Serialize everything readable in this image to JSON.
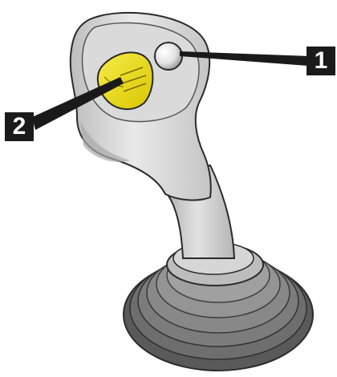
{
  "callouts": [
    {
      "number": "1",
      "part": "push-button"
    },
    {
      "number": "2",
      "part": "thumb-roller"
    }
  ],
  "colors": {
    "handle_light": "#e7e7e7",
    "handle_mid": "#cfcfcf",
    "handle_shadow": "#9e9e9e",
    "outline": "#2a2a2a",
    "thumb_roller": "#f2e21a",
    "thumb_roller_shadow": "#c9b400",
    "boot_dark": "#4a4a4a",
    "boot_light": "#8a8a8a",
    "badge_bg": "#1a1a1a",
    "badge_text": "#ffffff"
  }
}
